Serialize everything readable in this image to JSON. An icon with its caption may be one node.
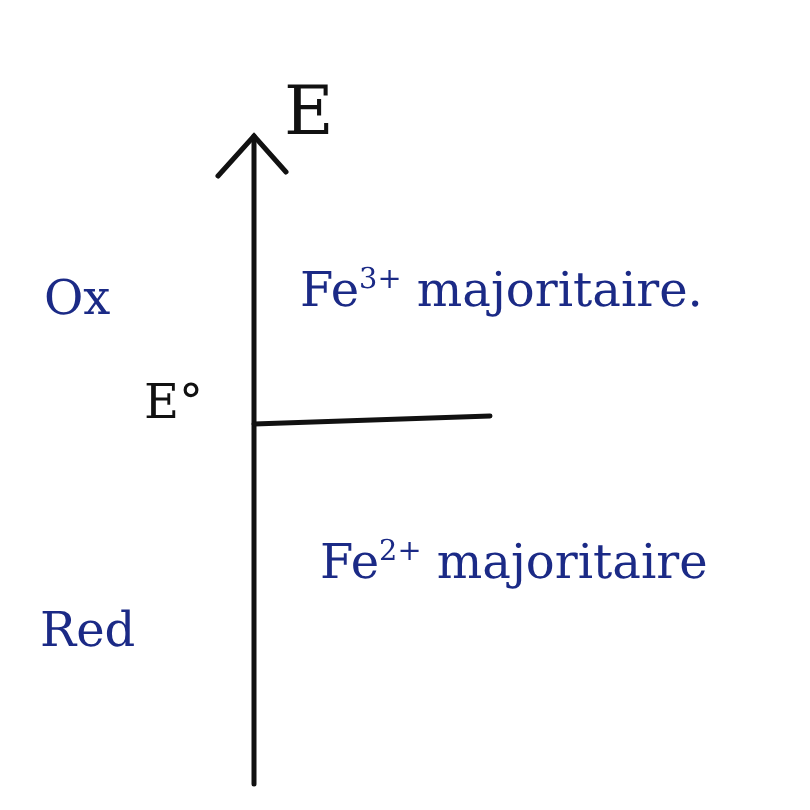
{
  "diagram": {
    "labels": [
      "E",
      "Ox",
      "Fe$^{3+}$ majoritaire.",
      "E°",
      "Red",
      "Fe$^{2+}$ majoritaire"
    ]
  }
}
